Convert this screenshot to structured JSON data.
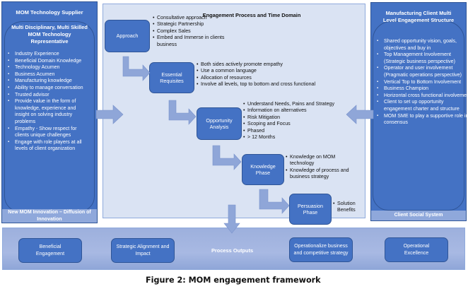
{
  "left_panel": {
    "title": "MOM Technology Supplier",
    "subtitle": "Multi Disciplinary, Multi Skilled MOM Technology Representative",
    "items": [
      "Industry Experience",
      "Beneficial Domain Knowledge",
      "Technology Acumen",
      "Business Acumen",
      "Manufacturing knowledge",
      "Ability to manage conversation",
      "Trusted advisor",
      "Provide value in the form of knowledge, experience and insight on solving industry problems",
      "Empathy - Show respect for clients unique challenges",
      "Engage with role players at all levels of client organization"
    ],
    "footer": "New MOM Innovation – Diffusion of Innovation"
  },
  "center": {
    "title": "Engagement Process and Time Domain",
    "phases": [
      {
        "label": "Approach",
        "bullets": [
          "Consultative approach",
          "Strategic Partnership",
          "Complex Sales",
          "Embed and Immerse in clients business"
        ]
      },
      {
        "label": "Essential Requisites",
        "bullets": [
          "Both sides actively promote empathy",
          "Use a common language",
          "Allocation of resources",
          "Involve all levels, top to bottom and cross functional"
        ]
      },
      {
        "label": "Opportunity Analysis",
        "bullets": [
          "Understand Needs, Pains and Strategy",
          "Information on alternatives",
          "Risk Mitigation",
          "Scoping and Focus",
          "Phased",
          "> 12 Months"
        ]
      },
      {
        "label": "Knowledge Phase",
        "bullets": [
          "Knowledge on MOM technology",
          "Knowledge of process and business strategy"
        ]
      },
      {
        "label": "Persuasion Phase",
        "bullets": [
          "Solution Benefits"
        ]
      }
    ]
  },
  "right_panel": {
    "title": "Manufacturing Client Multi Level  Engagement Structure",
    "items": [
      "Shared opportunity vision, goals, objectives and buy in",
      "Top Management Involvement (Strategic business perspective)",
      "Operator and user involvement (Pragmatic operations perspective)",
      "Vertical Top to Bottom Involvement",
      "Business Champion",
      "Horizontal cross functional involvement",
      "Client to set up opportunity engagement charter and structure",
      "MOM SME to play a supportive role in consensus"
    ],
    "footer": "Client Social System"
  },
  "outputs": {
    "label": "Process Outputs",
    "boxes": [
      "Beneficial Engagement",
      "Strategic Alignment and Impact",
      "Operationalize business and competitive strategy",
      "Operational Excellence"
    ]
  },
  "caption": "Figure 2: MOM engagement framework",
  "colors": {
    "box_blue": "#4472c4",
    "panel_light": "#dae3f3",
    "arrow": "#8fa6d8"
  }
}
